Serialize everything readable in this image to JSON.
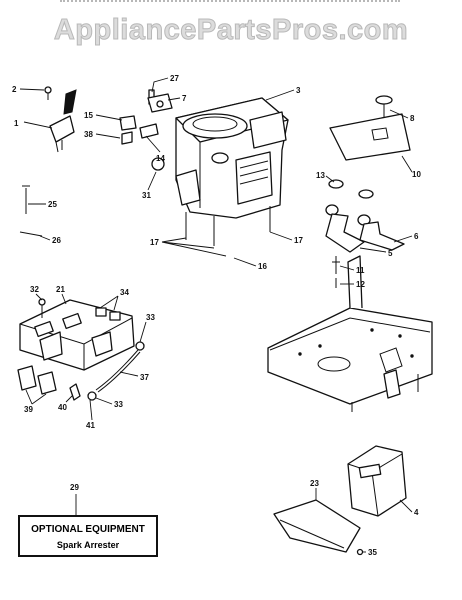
{
  "watermark": "AppliancePartsPros.com",
  "callouts": {
    "c1": "1",
    "c2": "2",
    "c3": "3",
    "c4": "4",
    "c6": "6",
    "c7": "7",
    "c8": "8",
    "c10": "10",
    "c11": "11",
    "c12": "12",
    "c13": "13",
    "c14": "14",
    "c15": "15",
    "c16": "16",
    "c17a": "17",
    "c17b": "17",
    "c21": "21",
    "c23": "23",
    "c25": "25",
    "c26": "26",
    "c27": "27",
    "c29": "29",
    "c31": "31",
    "c32": "32",
    "c33a": "33",
    "c33b": "33",
    "c34": "34",
    "c35": "35",
    "c37": "37",
    "c38": "38",
    "c39": "39",
    "c40": "40",
    "c41": "41",
    "c5": "5"
  },
  "optional_box": {
    "title": "OPTIONAL EQUIPMENT",
    "subtitle": "Spark Arrester"
  }
}
